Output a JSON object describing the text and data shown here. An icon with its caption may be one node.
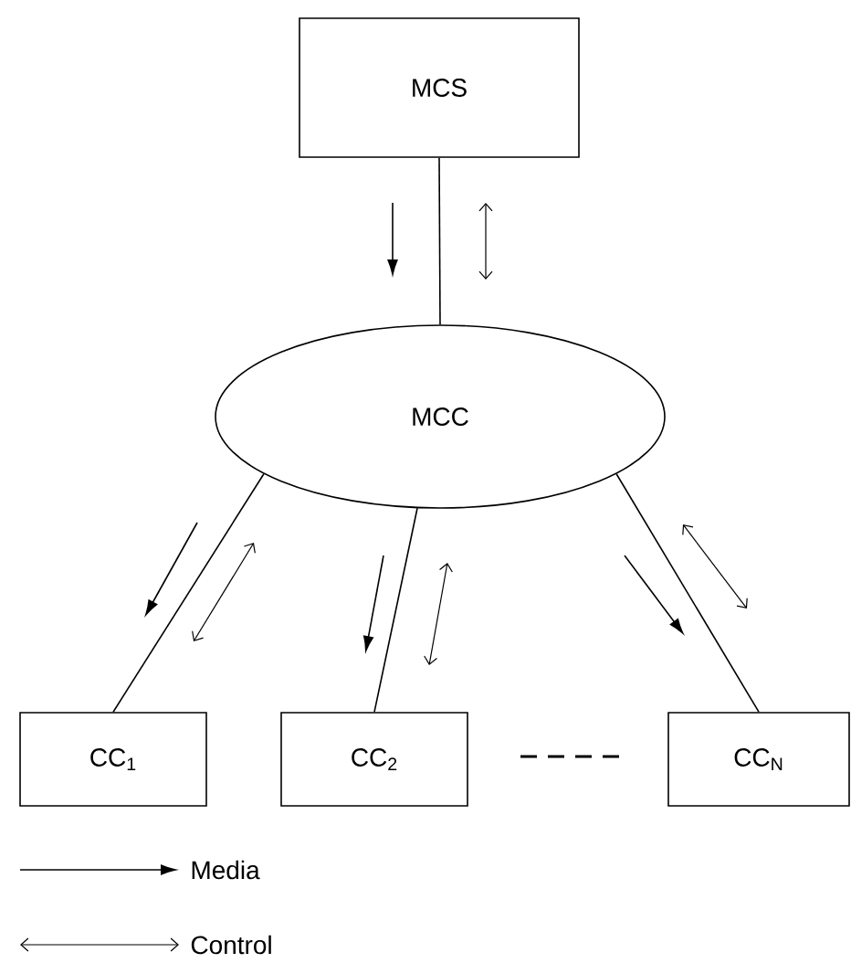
{
  "diagram": {
    "nodes": [
      {
        "text": [
          "MCS"
        ]
      },
      {
        "text": [
          "MCC"
        ]
      },
      {
        "text": [
          "CC$_{1}$"
        ]
      },
      {
        "text": [
          "CC$_{2}$"
        ]
      },
      {
        "text": [
          "CC$_{N}$"
        ]
      }
    ],
    "edges": [
      {
        "from": 0,
        "to": 1,
        "arrow": "none"
      },
      {
        "from": 1,
        "to": 2,
        "arrow": "none"
      },
      {
        "from": 1,
        "to": 3,
        "arrow": "none"
      },
      {
        "from": 1,
        "to": 4,
        "arrow": "none"
      }
    ],
    "legend": [
      {
        "text": "Media"
      },
      {
        "text": "Control"
      }
    ]
  }
}
